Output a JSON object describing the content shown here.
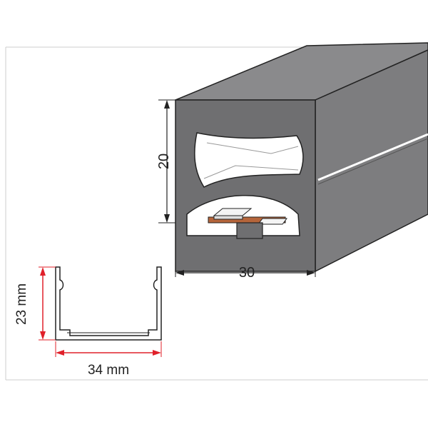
{
  "profile_3d": {
    "height_label": "20",
    "width_label": "30"
  },
  "channel_2d": {
    "height_label": "23 mm",
    "width_label": "34 mm"
  },
  "colors": {
    "outline": "#222222",
    "silicone_face": "#6f6f71",
    "silicone_top": "#8a8a8c",
    "silicone_side": "#7d7d7f",
    "cavity": "#ffffff",
    "led_chip": "#f4f4f4",
    "pcb": "#b5653b",
    "channel_dim": "#e0202a",
    "frame": "#cccccc"
  }
}
